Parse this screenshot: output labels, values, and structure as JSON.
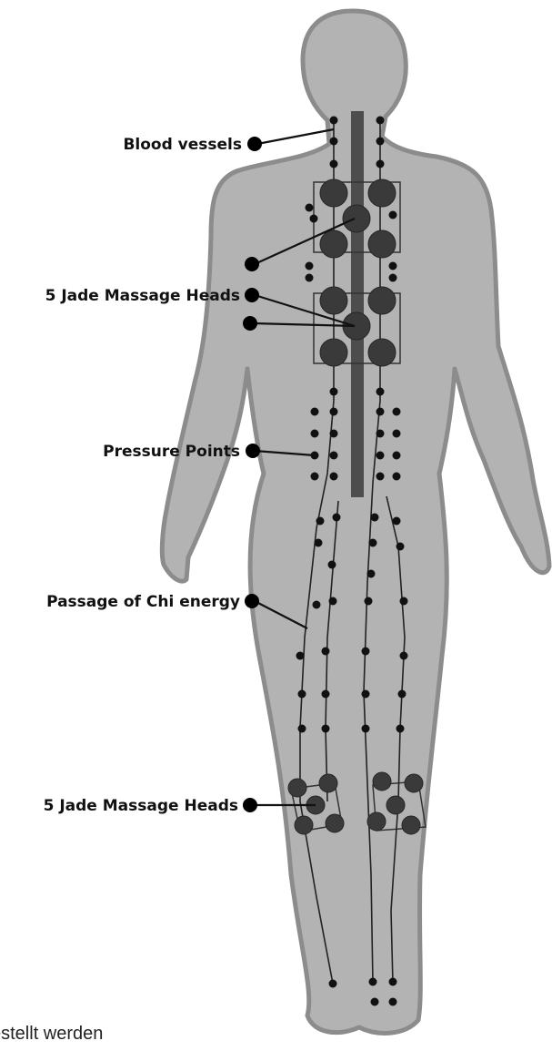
{
  "labels": [
    {
      "text": "Blood vessels"
    },
    {
      "text": "5 Jade Massage Heads"
    },
    {
      "text": "Pressure Points"
    },
    {
      "text": "Passage of Chi energy"
    },
    {
      "text": "5 Jade Massage Heads"
    }
  ],
  "footer_fragment": "estellt werden",
  "colors": {
    "body_fill": "#b3b3b3",
    "body_outline": "#8c8c8c",
    "spine_bar": "#4d4d4d",
    "node": "#3a3a3a",
    "dot": "#111111",
    "line": "#222222"
  }
}
